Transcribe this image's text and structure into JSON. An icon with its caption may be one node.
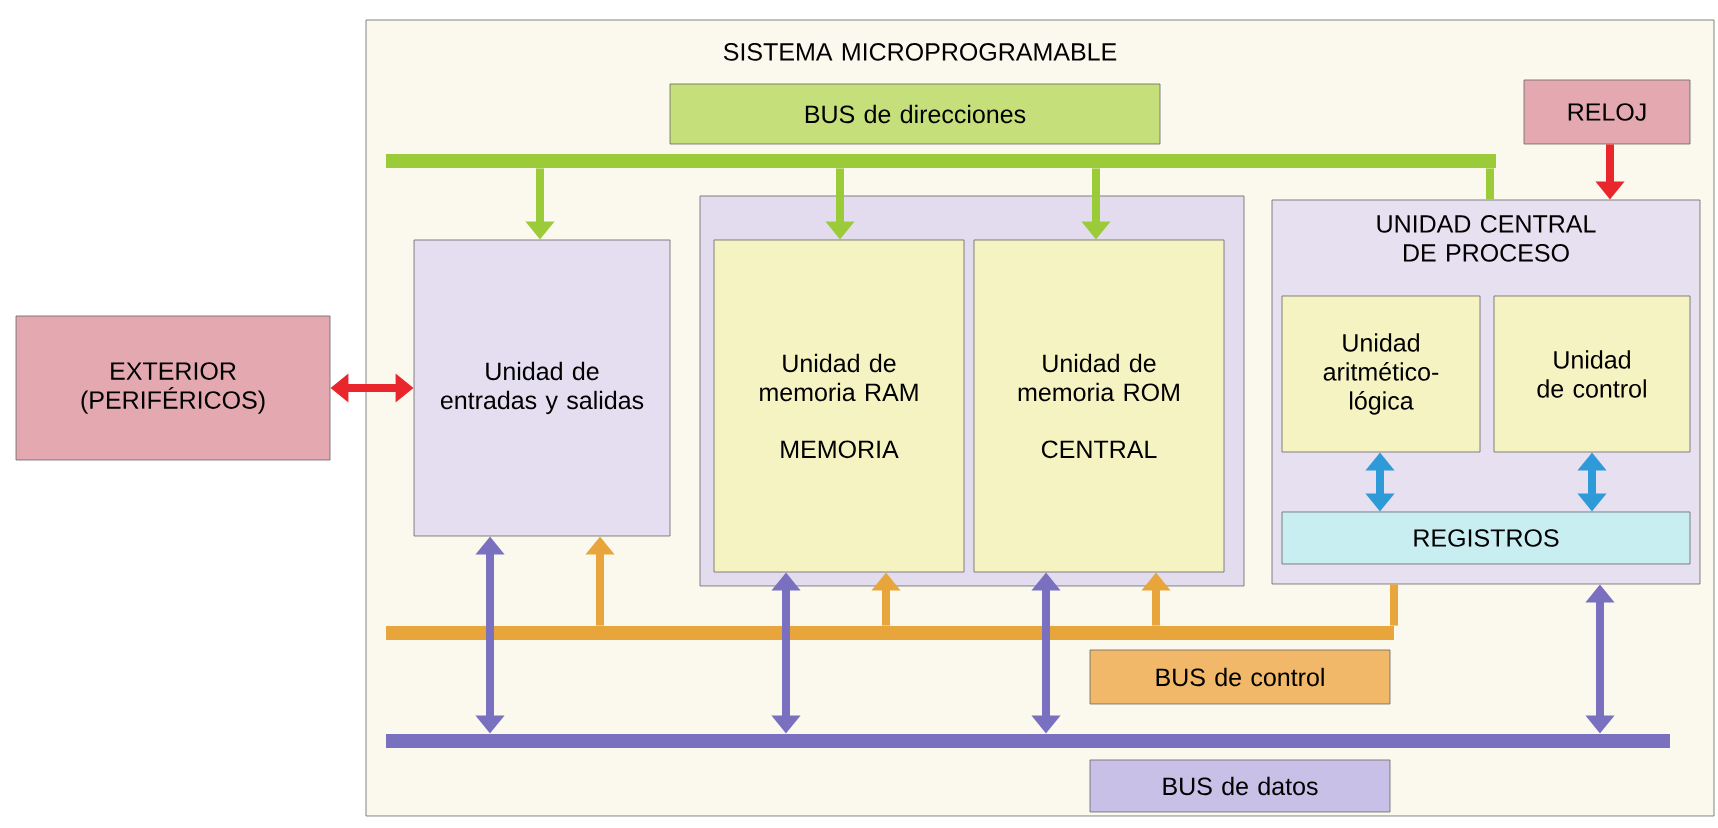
{
  "diagram": {
    "nodes": [
      {
        "text": [
          "SISTEMA MICROPROGRAMABLE"
        ]
      },
      {
        "text": [
          "BUS de direcciones"
        ],
        "in": 0
      },
      {
        "text": [],
        "shape": "bar",
        "in": 0
      },
      {
        "text": [
          "RELOJ"
        ],
        "in": 0
      },
      {
        "text": [
          "EXTERIOR (PERIFÉRICOS)"
        ]
      },
      {
        "text": [
          "Unidad de entradas y salidas"
        ],
        "in": 0
      },
      {
        "text": [],
        "shape": "box",
        "in": 0
      },
      {
        "text": [
          "Unidad de memoria RAM",
          "MEMORIA"
        ],
        "in": 6
      },
      {
        "text": [
          "Unidad de memoria ROM",
          "CENTRAL"
        ],
        "in": 6
      },
      {
        "text": [
          "UNIDAD CENTRAL DE PROCESO"
        ],
        "in": 0
      },
      {
        "text": [
          "Unidad aritmético-lógica"
        ],
        "in": 9
      },
      {
        "text": [
          "Unidad de control"
        ],
        "in": 9
      },
      {
        "text": [
          "REGISTROS"
        ],
        "in": 9
      },
      {
        "text": [],
        "shape": "bar",
        "in": 0
      },
      {
        "text": [
          "BUS de control"
        ],
        "in": 0
      },
      {
        "text": [],
        "shape": "bar",
        "in": 0
      },
      {
        "text": [
          "BUS de datos"
        ],
        "in": 0
      }
    ],
    "edges": [
      {
        "from": 2,
        "to": 5,
        "arrow": "to",
        "color": "#9ccb3a"
      },
      {
        "from": 2,
        "to": 7,
        "arrow": "to",
        "color": "#9ccb3a"
      },
      {
        "from": 2,
        "to": 8,
        "arrow": "to",
        "color": "#9ccb3a"
      },
      {
        "from": 2,
        "to": 9,
        "arrow": "none",
        "color": "#9ccb3a"
      },
      {
        "from": 3,
        "to": 9,
        "arrow": "to",
        "color": "#e8262b"
      },
      {
        "from": 4,
        "to": 5,
        "arrow": "both",
        "color": "#e8262b"
      },
      {
        "from": 10,
        "to": 12,
        "arrow": "both",
        "color": "#2e9ad8"
      },
      {
        "from": 11,
        "to": 12,
        "arrow": "both",
        "color": "#2e9ad8"
      },
      {
        "from": 13,
        "to": 5,
        "arrow": "to",
        "color": "#e8a53c"
      },
      {
        "from": 13,
        "to": 7,
        "arrow": "to",
        "color": "#e8a53c"
      },
      {
        "from": 13,
        "to": 8,
        "arrow": "to",
        "color": "#e8a53c"
      },
      {
        "from": 13,
        "to": 9,
        "arrow": "none",
        "color": "#e8a53c"
      },
      {
        "from": 15,
        "to": 5,
        "arrow": "both",
        "color": "#7a70c0"
      },
      {
        "from": 15,
        "to": 7,
        "arrow": "both",
        "color": "#7a70c0"
      },
      {
        "from": 15,
        "to": 8,
        "arrow": "both",
        "color": "#7a70c0"
      },
      {
        "from": 15,
        "to": 9,
        "arrow": "both",
        "color": "#7a70c0"
      }
    ]
  }
}
